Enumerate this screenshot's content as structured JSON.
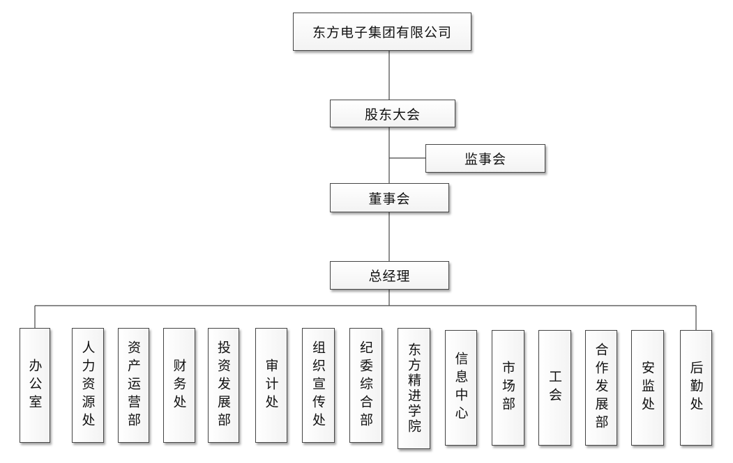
{
  "org_chart": {
    "company": "东方电子集团有限公司",
    "shareholders_meeting": "股东大会",
    "supervisory_board": "监事会",
    "board_of_directors": "董事会",
    "general_manager": "总经理",
    "departments": [
      "办公室",
      "人力资源处",
      "资产运营部",
      "财务处",
      "投资发展部",
      "审计处",
      "组织宣传处",
      "纪委综合部",
      "东方精进学院",
      "信息中心",
      "市场部",
      "工会",
      "合作发展部",
      "安监处",
      "后勤处"
    ]
  }
}
